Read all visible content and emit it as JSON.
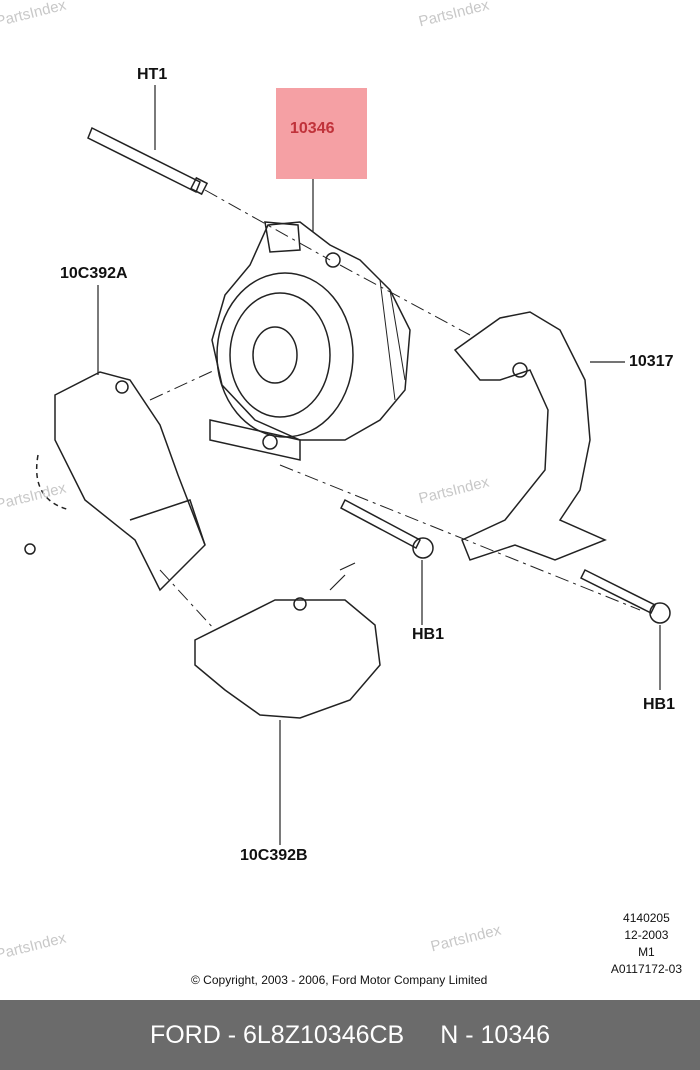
{
  "watermark": "PartsIndex",
  "callouts": {
    "ht1": "HT1",
    "highlighted": "10346",
    "c10c392a": "10C392A",
    "c10317": "10317",
    "hb1_a": "HB1",
    "hb1_b": "HB1",
    "c10c392b": "10C392B"
  },
  "meta": [
    "4140205",
    "12-2003",
    "M1",
    "A0117172-03"
  ],
  "copyright": "© Copyright, 2003 - 2006, Ford Motor Company Limited",
  "footer": {
    "part": "FORD - 6L8Z10346CB",
    "ref": "N - 10346"
  },
  "colors": {
    "highlight": "#f5a0a4",
    "footer_bg": "#6b6b6b"
  }
}
